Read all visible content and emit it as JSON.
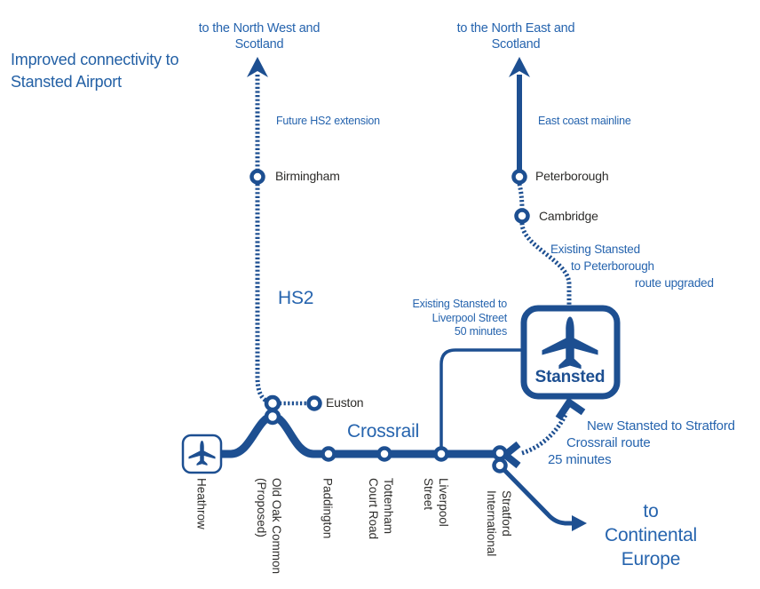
{
  "colors": {
    "line_blue": "#1d4f91",
    "text_blue": "#2664ae",
    "text_dark": "#2e2d2b",
    "background": "#ffffff"
  },
  "title": {
    "line1": "Improved connectivity to",
    "line2": "Stansted Airport"
  },
  "directions": {
    "north_west": {
      "line1": "to the North West and",
      "line2": "Scotland"
    },
    "north_east": {
      "line1": "to the North East and",
      "line2": "Scotland"
    },
    "continental": {
      "line1": "to",
      "line2": "Continental",
      "line3": "Europe"
    }
  },
  "route_labels": {
    "future_hs2": "Future HS2 extension",
    "east_coast": "East coast mainline",
    "hs2": "HS2",
    "crossrail": "Crossrail",
    "peterborough_route": {
      "line1": "Existing Stansted",
      "line2": "to Peterborough",
      "line3": "route upgraded"
    },
    "liverpool_route": {
      "line1": "Existing Stansted to",
      "line2": "Liverpool Street",
      "line3": "50 minutes"
    },
    "stratford_route": {
      "line1": "New Stansted to Stratford",
      "line2": "Crossrail route",
      "line3": "25 minutes"
    }
  },
  "stations": {
    "birmingham": "Birmingham",
    "peterborough": "Peterborough",
    "cambridge": "Cambridge",
    "euston": "Euston",
    "heathrow": "Heathrow",
    "old_oak_common": {
      "line1": "Old Oak Common",
      "line2": "(Proposed)"
    },
    "paddington": "Paddington",
    "tottenham_court_road": {
      "line1": "Tottenham",
      "line2": "Court Road"
    },
    "liverpool_street": {
      "line1": "Liverpool",
      "line2": "Street"
    },
    "stratford_international": {
      "line1": "Stratford",
      "line2": "International"
    },
    "stansted": "Stansted"
  }
}
